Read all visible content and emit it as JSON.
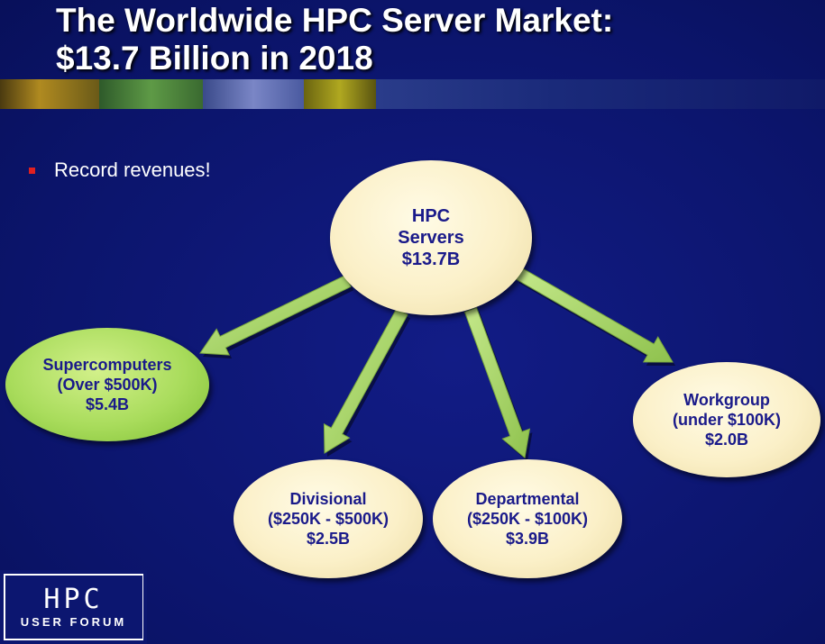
{
  "slide": {
    "title_line1": "The Worldwide HPC Server Market:",
    "title_line2": "$13.7 Billion in 2018",
    "bullet": "Record revenues!",
    "colors": {
      "background": "#0c1670",
      "node_cream": "#fbf0c8",
      "node_green": "#a9dc5c",
      "arrow": "#a8d86a",
      "node_text": "#1a1a8a",
      "bullet_marker": "#e02020"
    }
  },
  "diagram": {
    "root": {
      "id": "hpc-servers",
      "lines": [
        "HPC",
        "Servers",
        "$13.7B"
      ],
      "value_billion": 13.7
    },
    "children": [
      {
        "id": "supercomputers",
        "lines": [
          "Supercomputers",
          "(Over $500K)",
          "$5.4B"
        ],
        "value_billion": 5.4,
        "highlight": true
      },
      {
        "id": "divisional",
        "lines": [
          "Divisional",
          "($250K - $500K)",
          "$2.5B"
        ],
        "value_billion": 2.5,
        "highlight": false
      },
      {
        "id": "departmental",
        "lines": [
          "Departmental",
          "($250K - $100K)",
          "$3.9B"
        ],
        "value_billion": 3.9,
        "highlight": false
      },
      {
        "id": "workgroup",
        "lines": [
          "Workgroup",
          "(under $100K)",
          "$2.0B"
        ],
        "value_billion": 2.0,
        "highlight": false
      }
    ],
    "edges": [
      {
        "from": "hpc-servers",
        "to": "supercomputers"
      },
      {
        "from": "hpc-servers",
        "to": "divisional"
      },
      {
        "from": "hpc-servers",
        "to": "departmental"
      },
      {
        "from": "hpc-servers",
        "to": "workgroup"
      }
    ]
  },
  "logo": {
    "mark": "HPC",
    "subtitle": "USER FORUM"
  }
}
